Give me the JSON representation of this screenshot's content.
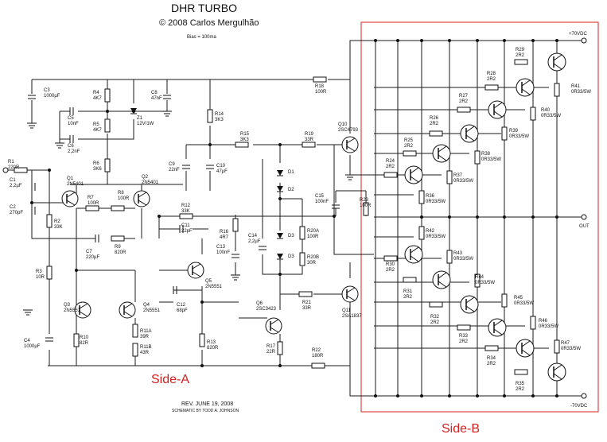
{
  "title": "DHR TURBO",
  "copyright": "© 2008 Carlos Mergulhão",
  "bias": "Bias = 100ma",
  "revision": "REV. JUNE 19, 2008",
  "schematic_by": "SCHEMATIC BY TODD A. JOHNSON",
  "rails": {
    "pos": "+70VDC",
    "neg": "-70VDC",
    "out": "OUT"
  },
  "sides": {
    "a": "Side-A",
    "b": "Side-B"
  },
  "colors": {
    "side": "#d42020",
    "ink": "#111111"
  },
  "components": {
    "R1": [
      "R1",
      "220R"
    ],
    "C1": [
      "C1",
      "2,2µF"
    ],
    "C2": [
      "C2",
      "270pF"
    ],
    "R2": [
      "R2",
      "33K"
    ],
    "R3": [
      "R3",
      "10R"
    ],
    "C4": [
      "C4",
      "1000µF"
    ],
    "C3": [
      "C3",
      "1000µF"
    ],
    "R4": [
      "R4",
      "4K7"
    ],
    "C5": [
      "C5",
      "10nF"
    ],
    "R5": [
      "R5",
      "4K7"
    ],
    "C6": [
      "C6",
      "2,2nF"
    ],
    "R6": [
      "R6",
      "3K6"
    ],
    "Z1": [
      "Z1",
      "12V/1W"
    ],
    "C8": [
      "C8",
      "47nF"
    ],
    "R14": [
      "R14",
      "3K3"
    ],
    "R18": [
      "R18",
      "100R"
    ],
    "R15": [
      "R15",
      "3K3"
    ],
    "R19": [
      "R19",
      "33R"
    ],
    "Q10": [
      "Q10",
      "2SC4793"
    ],
    "C9": [
      "C9",
      "22nF"
    ],
    "C10": [
      "C10",
      "47µF"
    ],
    "Q1": [
      "Q1",
      "2N5401"
    ],
    "Q2": [
      "Q2",
      "2N5401"
    ],
    "R7": [
      "R7",
      "100R"
    ],
    "R8": [
      "R8",
      "100R"
    ],
    "R12": [
      "R12",
      "33K"
    ],
    "C11": [
      "C11",
      "22pF"
    ],
    "C7": [
      "C7",
      "220µF"
    ],
    "R9": [
      "R9",
      "820R"
    ],
    "R16": [
      "R16",
      "4R7"
    ],
    "C13": [
      "C13",
      "100nF"
    ],
    "C14": [
      "C14",
      "2,2µF"
    ],
    "D1": [
      "D1",
      ""
    ],
    "D2": [
      "D2",
      ""
    ],
    "D3a": [
      "D3",
      ""
    ],
    "D3b": [
      "D3",
      ""
    ],
    "R20A": [
      "R20A",
      "100R"
    ],
    "R20B": [
      "R20B",
      "30R"
    ],
    "C15": [
      "C15",
      "100nF"
    ],
    "R23": [
      "R23",
      "100R"
    ],
    "Q5": [
      "Q5",
      "2N5551"
    ],
    "Q3": [
      "Q3",
      "2N5551"
    ],
    "Q4": [
      "Q4",
      "2N5551"
    ],
    "C12": [
      "C12",
      "68pF"
    ],
    "R10": [
      "R10",
      "82R"
    ],
    "R11A": [
      "R11A",
      "39R"
    ],
    "R11B": [
      "R11B",
      "43R"
    ],
    "R13": [
      "R13",
      "820R"
    ],
    "Q6": [
      "Q6",
      "2SC3423"
    ],
    "R17": [
      "R17",
      "22R"
    ],
    "R21": [
      "R21",
      "33R"
    ],
    "Q11": [
      "Q11",
      "2SA1837"
    ],
    "R22": [
      "R22",
      "180R"
    ],
    "R24": [
      "R24",
      "2R2"
    ],
    "R25": [
      "R25",
      "2R2"
    ],
    "R26": [
      "R26",
      "2R2"
    ],
    "R27": [
      "R27",
      "2R2"
    ],
    "R28": [
      "R28",
      "2R2"
    ],
    "R29": [
      "R29",
      "2R2"
    ],
    "R36": [
      "R36",
      "0R33/5W"
    ],
    "R37": [
      "R37",
      "0R33/5W"
    ],
    "R38": [
      "R38",
      "0R33/5W"
    ],
    "R39": [
      "R39",
      "0R33/5W"
    ],
    "R40": [
      "R40",
      "0R33/5W"
    ],
    "R41": [
      "R41",
      "0R33/5W"
    ],
    "R30": [
      "R30",
      "2R2"
    ],
    "R31": [
      "R31",
      "2R2"
    ],
    "R32": [
      "R32",
      "2R2"
    ],
    "R33": [
      "R33",
      "2R2"
    ],
    "R34": [
      "R34",
      "2R2"
    ],
    "R35": [
      "R35",
      "2R2"
    ],
    "R42": [
      "R42",
      "0R33/5W"
    ],
    "R43": [
      "R43",
      "0R33/5W"
    ],
    "R44": [
      "R44",
      "0R33/5W"
    ],
    "R45": [
      "R45",
      "0R33/5W"
    ],
    "R46": [
      "R46",
      "0R33/5W"
    ],
    "R47": [
      "R47",
      "0R33/5W"
    ]
  }
}
